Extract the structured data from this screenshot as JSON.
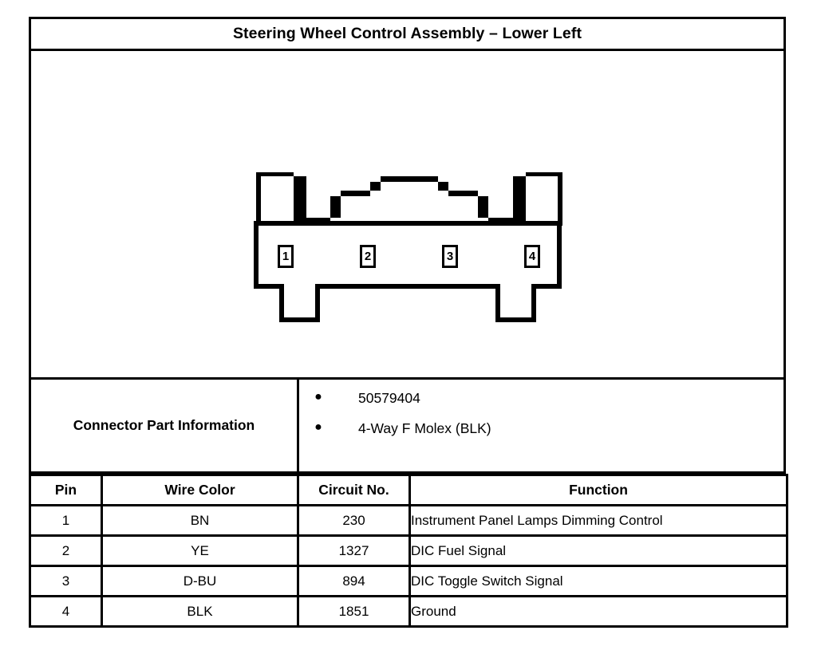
{
  "figure": {
    "title": "Steering Wheel Control Assembly – Lower Left"
  },
  "diagram": {
    "name": "connector-end-view",
    "pin_labels": [
      "1",
      "2",
      "3",
      "4"
    ]
  },
  "part_info": {
    "label": "Connector Part Information",
    "items": [
      "50579404",
      "4-Way F Molex (BLK)"
    ],
    "bullet_glyph": "●"
  },
  "pin_table": {
    "headers": [
      "Pin",
      "Wire Color",
      "Circuit No.",
      "Function"
    ],
    "rows": [
      {
        "pin": "1",
        "wire_color": "BN",
        "circuit_no": "230",
        "function": "Instrument Panel Lamps Dimming Control"
      },
      {
        "pin": "2",
        "wire_color": "YE",
        "circuit_no": "1327",
        "function": "DIC Fuel Signal"
      },
      {
        "pin": "3",
        "wire_color": "D-BU",
        "circuit_no": "894",
        "function": "DIC Toggle Switch Signal"
      },
      {
        "pin": "4",
        "wire_color": "BLK",
        "circuit_no": "1851",
        "function": "Ground"
      }
    ]
  },
  "colors": {
    "line": "#000000",
    "background": "#ffffff"
  }
}
